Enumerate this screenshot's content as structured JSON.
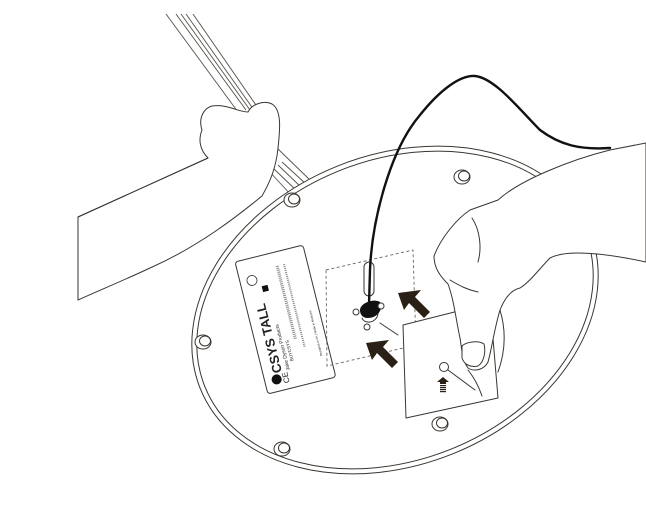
{
  "illustration": {
    "description": "Instruction diagram: hands holding a floor lamp base upside down, plugging cable into connector and sliding on cover plate",
    "colors": {
      "line": "#3a3530",
      "arrow": "#2a2015",
      "cable": "#111111",
      "background": "#ffffff"
    }
  },
  "product_label": {
    "title": "CSYS TALL",
    "subtitle": "Jake Dyson Products",
    "model": "BUYCSYS",
    "footer": "Designed in UK | Made in Malaysia",
    "ce_mark": "CE",
    "icons": [
      "class-ii-icon",
      "weee-bin-icon",
      "ce-mark-icon",
      "ul-listed-icon",
      "warning-dot-icon"
    ]
  },
  "annotations": {
    "arrows": [
      "push-arrow-upper",
      "push-arrow-lower"
    ],
    "cover_arrow": "slide-direction-arrow"
  }
}
